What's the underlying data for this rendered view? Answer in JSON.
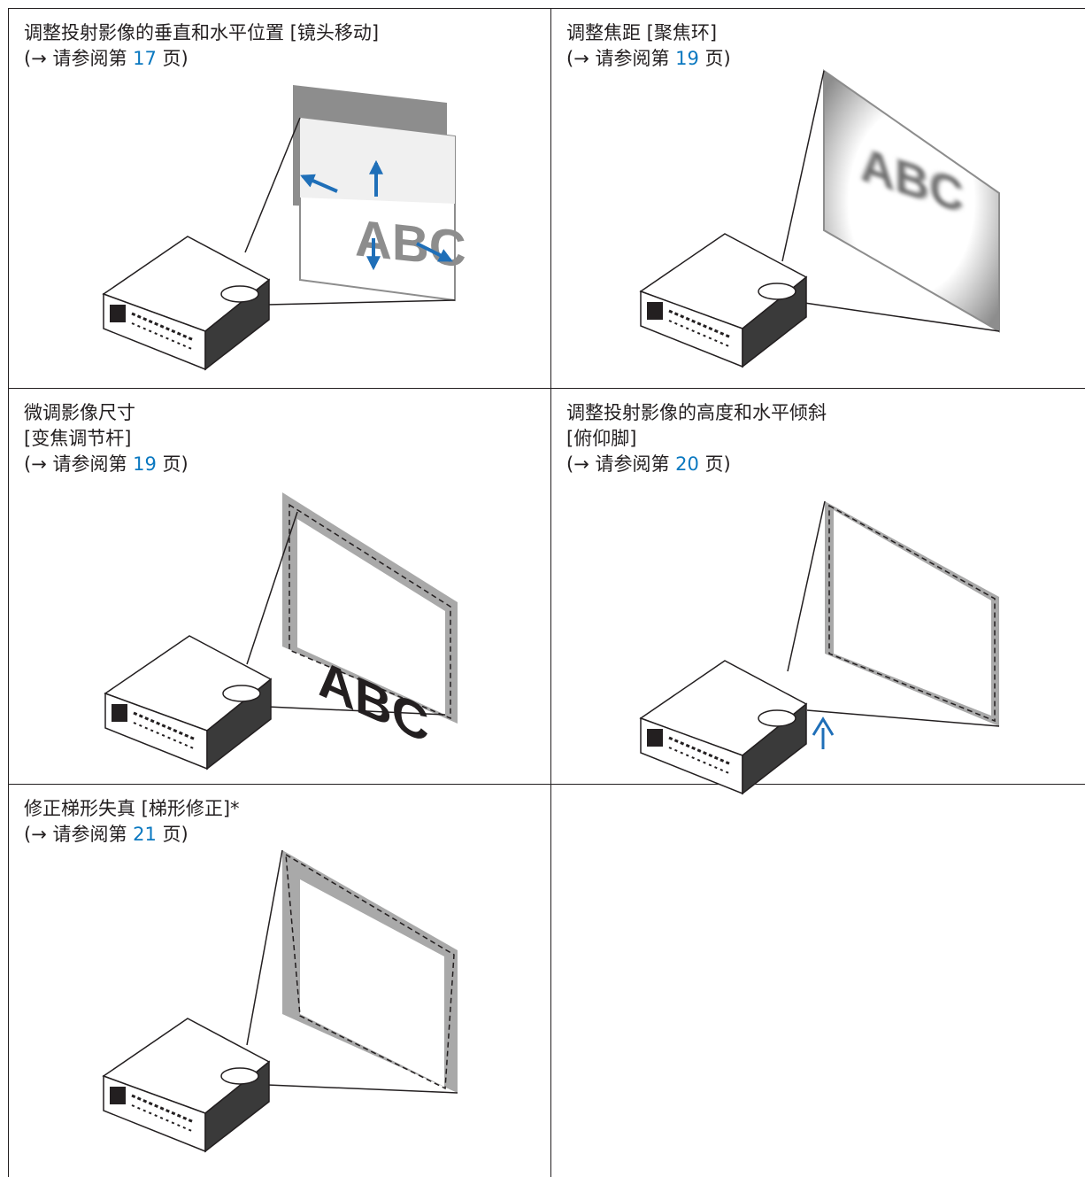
{
  "panels": [
    {
      "lines": [
        "调整投射影像的垂直和水平位置 [镜头移动]"
      ],
      "ref_prefix": "(→ 请参阅第 ",
      "ref_page": "17",
      "ref_suffix": " 页)",
      "screen_text": "ABC"
    },
    {
      "lines": [
        "调整焦距 [聚焦环]"
      ],
      "ref_prefix": "(→ 请参阅第 ",
      "ref_page": "19",
      "ref_suffix": " 页)",
      "screen_text": "ABC"
    },
    {
      "lines": [
        "微调影像尺寸",
        "[变焦调节杆]"
      ],
      "ref_prefix": "(→ 请参阅第 ",
      "ref_page": "19",
      "ref_suffix": " 页)",
      "screen_text": "ABC"
    },
    {
      "lines": [
        "调整投射影像的高度和水平倾斜",
        "[俯仰脚]"
      ],
      "ref_prefix": "(→ 请参阅第 ",
      "ref_page": "20",
      "ref_suffix": " 页)"
    },
    {
      "lines": [
        "修正梯形失真 [梯形修正]*"
      ],
      "ref_prefix": "(→ 请参阅第 ",
      "ref_page": "21",
      "ref_suffix": " 页)"
    }
  ],
  "colors": {
    "link": "#0a78c0",
    "arrow": "#1f6fb8",
    "screen_gray": "#8d8d8d",
    "line": "#231f20"
  }
}
